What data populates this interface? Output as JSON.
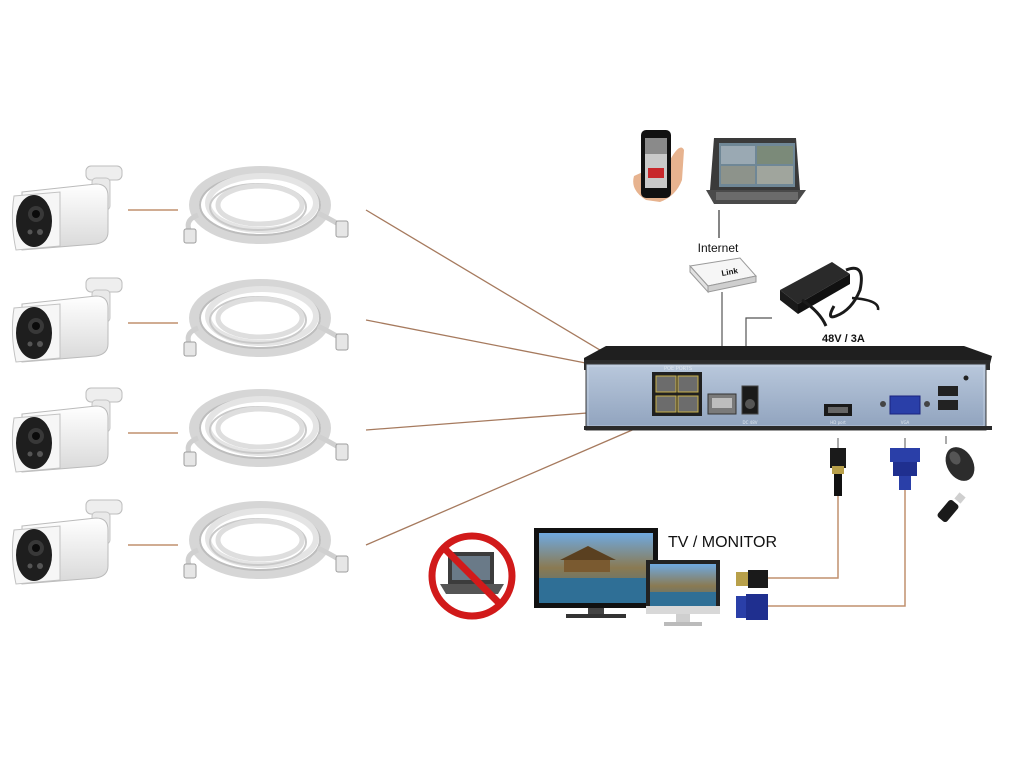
{
  "labels": {
    "internet": "Internet",
    "router_brand": "Link",
    "power_rating": "48V / 3A",
    "tv_monitor": "TV / MONITOR",
    "poe_ports": "POE PORTS",
    "hd_port": "HD port",
    "vga": "VGA",
    "dc_48v": "DC 48V"
  },
  "cameras": [
    {
      "id": "camera-1"
    },
    {
      "id": "camera-2"
    },
    {
      "id": "camera-3"
    },
    {
      "id": "camera-4"
    }
  ],
  "colors": {
    "connector_line": "#c0906f",
    "camera_body": "#f2f2f2",
    "nvr_panel": "#a9bad0",
    "nvr_top": "#202020",
    "vga_blue": "#2a3fa8",
    "no_sign_red": "#d11a1a"
  },
  "icons": [
    "camera-icon",
    "cable-icon",
    "phone-icon",
    "laptop-icon",
    "router-icon",
    "power-adapter-icon",
    "nvr-icon",
    "hdmi-plug-icon",
    "vga-plug-icon",
    "mouse-icon",
    "usb-stick-icon",
    "tv-icon",
    "monitor-icon",
    "no-laptop-icon"
  ]
}
